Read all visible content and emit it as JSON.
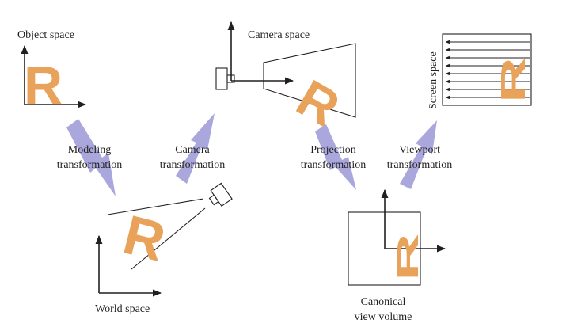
{
  "labels": {
    "object_space": "Object space",
    "camera_space": "Camera space",
    "screen_space": "Screen space",
    "world_space": "World space",
    "canonical_line1": "Canonical",
    "canonical_line2": "view volume",
    "modeling_line1": "Modeling",
    "modeling_line2": "transformation",
    "camera_tf_line1": "Camera",
    "camera_tf_line2": "transformation",
    "projection_line1": "Projection",
    "projection_line2": "transformation",
    "viewport_line1": "Viewport",
    "viewport_line2": "transformation"
  },
  "glyph": "R",
  "colors": {
    "glyph_orange": "#e9a25a",
    "arrow_lavender": "#a9a7dc",
    "ink": "#231f20"
  }
}
